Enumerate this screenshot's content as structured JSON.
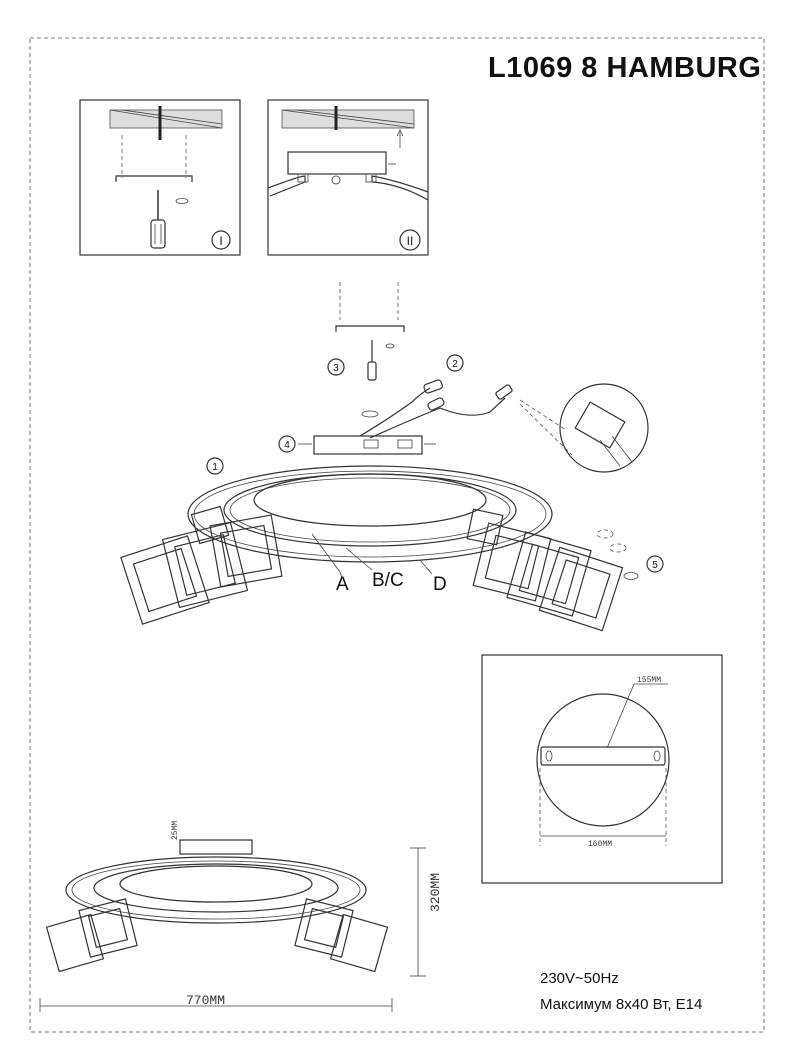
{
  "document": {
    "model_title": "L1069 8  HAMBURG",
    "specs": {
      "voltage": "230V~50Hz",
      "max_power": "Максимум 8x40 Вт, E14"
    }
  },
  "steps": {
    "step_I": "I",
    "step_II": "II",
    "step_1": "1",
    "step_2": "2",
    "step_3": "3",
    "step_4": "4",
    "step_5": "5"
  },
  "parts": {
    "part_a": "A",
    "part_bc": "B/C",
    "part_d": "D"
  },
  "dimensions": {
    "canopy_diameter_top": "155MM",
    "canopy_diameter_bottom": "160MM",
    "canopy_height": "25MM",
    "overall_height": "320MM",
    "overall_width": "770MM"
  }
}
